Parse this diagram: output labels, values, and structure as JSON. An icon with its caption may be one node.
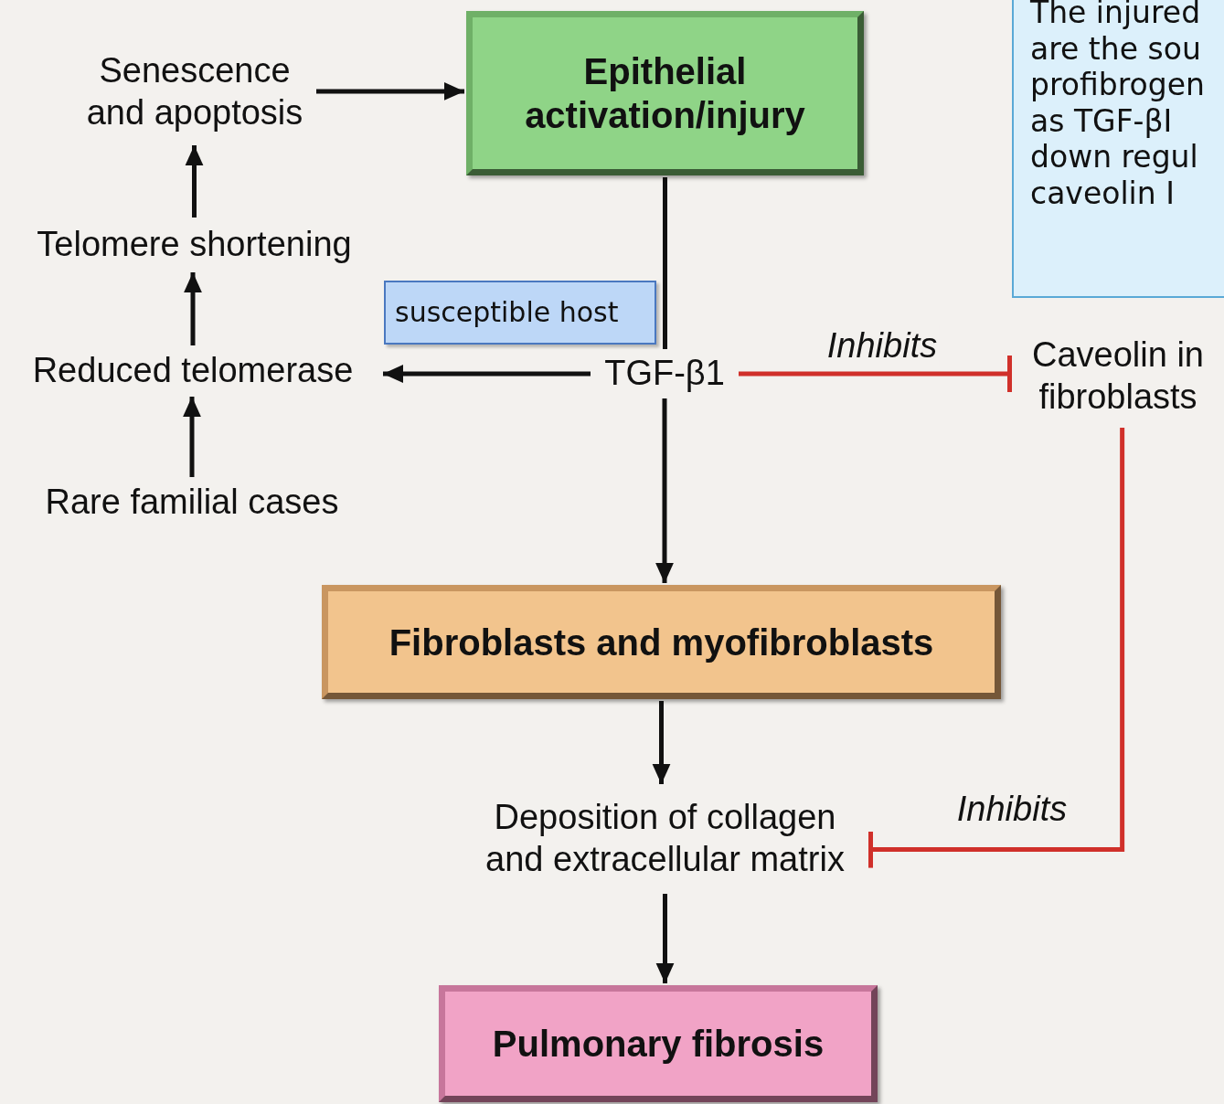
{
  "diagram": {
    "nodes": [
      {
        "text": [
          "Senescence and apoptosis"
        ]
      },
      {
        "text": [
          "Epithelial activation/injury"
        ]
      },
      {
        "text": [
          "Telomere shortening"
        ]
      },
      {
        "text": [
          "Reduced telomerase"
        ]
      },
      {
        "text": [
          "Rare familial cases"
        ]
      },
      {
        "text": [
          "TGF-β1"
        ]
      },
      {
        "text": [
          "Caveolin in fibroblasts"
        ]
      },
      {
        "text": [
          "Fibroblasts and myofibroblasts"
        ]
      },
      {
        "text": [
          "Deposition of collagen and extracellular matrix"
        ]
      },
      {
        "text": [
          "Pulmonary fibrosis"
        ]
      },
      {
        "text": [
          "susceptible host"
        ]
      },
      {
        "text": [
          "The injured are the sou profibrogen as TGF-βI down regul caveolin I"
        ]
      }
    ],
    "edges": [
      {
        "from": 0,
        "to": 1,
        "arrow": "to"
      },
      {
        "from": 2,
        "to": 0,
        "arrow": "to"
      },
      {
        "from": 3,
        "to": 2,
        "arrow": "to"
      },
      {
        "from": 4,
        "to": 3,
        "arrow": "to"
      },
      {
        "from": 1,
        "to": 5,
        "arrow": "none"
      },
      {
        "from": 5,
        "to": 3,
        "arrow": "to"
      },
      {
        "from": 5,
        "to": 6,
        "arrow": "other",
        "label": "Inhibits",
        "color": "#d0302a"
      },
      {
        "from": 5,
        "to": 7,
        "arrow": "to"
      },
      {
        "from": 7,
        "to": 8,
        "arrow": "to"
      },
      {
        "from": 8,
        "to": 9,
        "arrow": "to"
      },
      {
        "from": 6,
        "to": 8,
        "arrow": "other",
        "label": "Inhibits",
        "color": "#d0302a"
      }
    ]
  }
}
